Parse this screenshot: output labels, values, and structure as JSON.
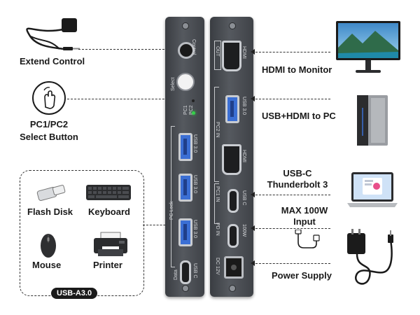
{
  "labels": {
    "extend_control": "Extend Control",
    "pc_select_line1": "PC1/PC2",
    "pc_select_line2": "Select Button",
    "hdmi_monitor": "HDMI to Monitor",
    "usb_hdmi_pc": "USB+HDMI to PC",
    "usbc_line1": "USB-C",
    "usbc_line2": "Thunderbolt 3",
    "max_line1": "MAX 100W",
    "max_line2": "Input",
    "power_supply": "Power Supply",
    "flash_disk": "Flash Disk",
    "keyboard": "Keyboard",
    "mouse": "Mouse",
    "printer": "Printer",
    "usb_badge": "USB-A3.0"
  },
  "device_left": {
    "control": "Control",
    "select": "Select",
    "pc1": "PC1",
    "pc2": "PC2",
    "usb_labels": [
      "USB 3.0",
      "USB 3.0",
      "USB 3.0"
    ],
    "data": "Data",
    "usbc": "USB C",
    "group": "PC Lock"
  },
  "device_right": {
    "hdmi_out": "OUT",
    "hdmi": "HDMI",
    "usb30": "USB 3.0",
    "pc2_in": "PC2 IN",
    "pc1_in": "PC1 IN",
    "usbc": "USB C",
    "pd_in": "PD IN",
    "watt": "100W",
    "dc": "DC 12V"
  },
  "icons": [
    "cable-remote-icon",
    "hand-press-icon",
    "flash-disk-icon",
    "keyboard-icon",
    "mouse-icon",
    "printer-icon",
    "monitor-icon",
    "pc-tower-icon",
    "laptop-icon",
    "usbc-cable-icon",
    "power-adapter-icon"
  ],
  "colors": {
    "usb_port": "#3b6fd4",
    "device": "#4a4d52",
    "led": "#35d04a"
  }
}
